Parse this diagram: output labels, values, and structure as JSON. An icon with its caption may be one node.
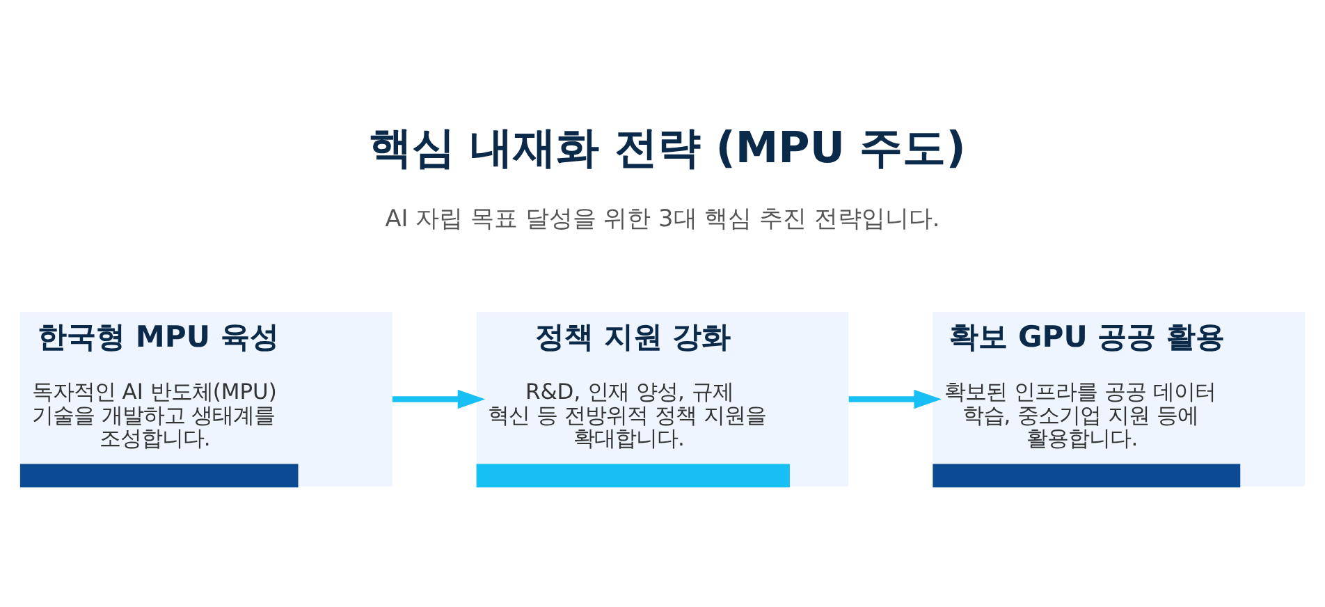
{
  "diagram": {
    "title": "핵심 내재화 전략 (MPU 주도)",
    "nodes": [
      {
        "text": [
          "한국형 MPU 육성",
          "독자적인 AI 반도체(MPU) 기술을 개발하고 생태계를 조성합니다."
        ]
      },
      {
        "text": [
          "정책 지원 강화",
          "R&D, 인재 양성, 규제 혁신 등 전방위적 정책 지원을 확대합니다."
        ]
      },
      {
        "text": [
          "확보 GPU 공공 활용",
          "확보된 인프라를 공공 데이터 학습, 중소기업 지원 등에 활용합니다."
        ]
      }
    ],
    "edges": [
      {
        "from": 0,
        "to": 1,
        "arrow": "to"
      },
      {
        "from": 1,
        "to": 2,
        "arrow": "to"
      }
    ],
    "labels": [
      "AI 자립 목표 달성을 위한 3대 핵심 추진 전략입니다."
    ]
  }
}
